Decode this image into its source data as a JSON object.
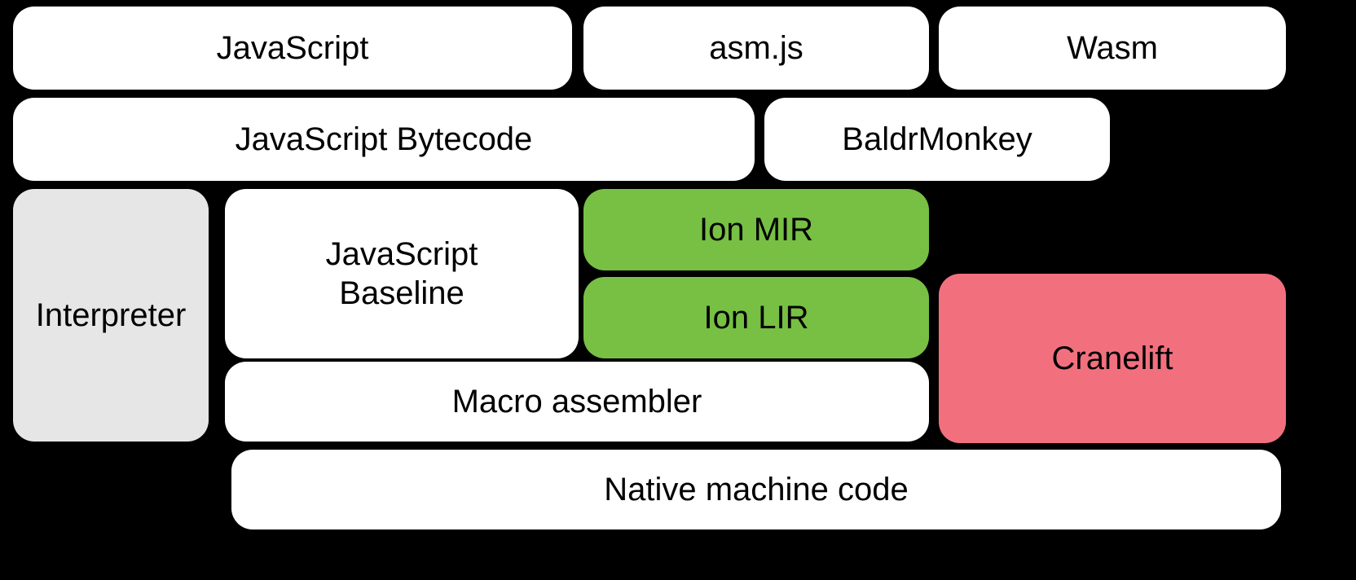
{
  "colors": {
    "background": "#000000",
    "box_white": "#ffffff",
    "box_gray": "#e6e6e6",
    "box_green": "#77c043",
    "box_pink": "#f2707e",
    "text": "#000000"
  },
  "boxes": {
    "javascript": "JavaScript",
    "asmjs": "asm.js",
    "wasm": "Wasm",
    "bytecode": "JavaScript Bytecode",
    "baldrmonkey": "BaldrMonkey",
    "interpreter": "Interpreter",
    "baseline": "JavaScript\nBaseline",
    "ion_mir": "Ion MIR",
    "ion_lir": "Ion LIR",
    "cranelift": "Cranelift",
    "macro_assembler": "Macro assembler",
    "native_machine_code": "Native machine code"
  }
}
